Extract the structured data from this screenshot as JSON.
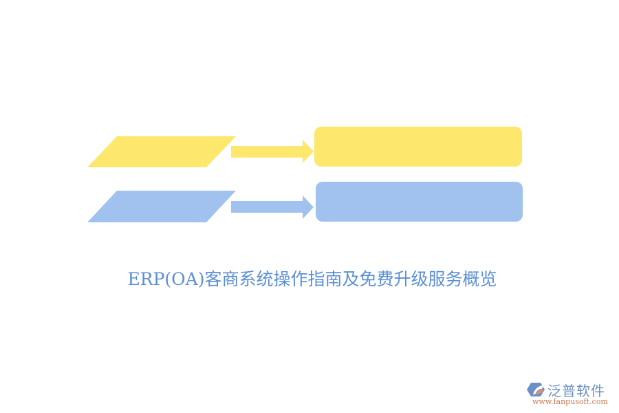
{
  "diagram": {
    "title": "ERP(OA)客商系统操作指南及免费升级服务概览",
    "rows": [
      {
        "name": "row-1",
        "color": "#fde76c",
        "input_label": "",
        "output_label": ""
      },
      {
        "name": "row-2",
        "color": "#a1c1ef",
        "input_label": "",
        "output_label": ""
      }
    ]
  },
  "colors": {
    "yellow": "#fde76c",
    "blue": "#a1c1ef",
    "title": "#5b8fd6"
  },
  "logo": {
    "name": "泛普软件",
    "url": "www.fanpusoft.com",
    "icon": "fanpu-logo-icon"
  }
}
